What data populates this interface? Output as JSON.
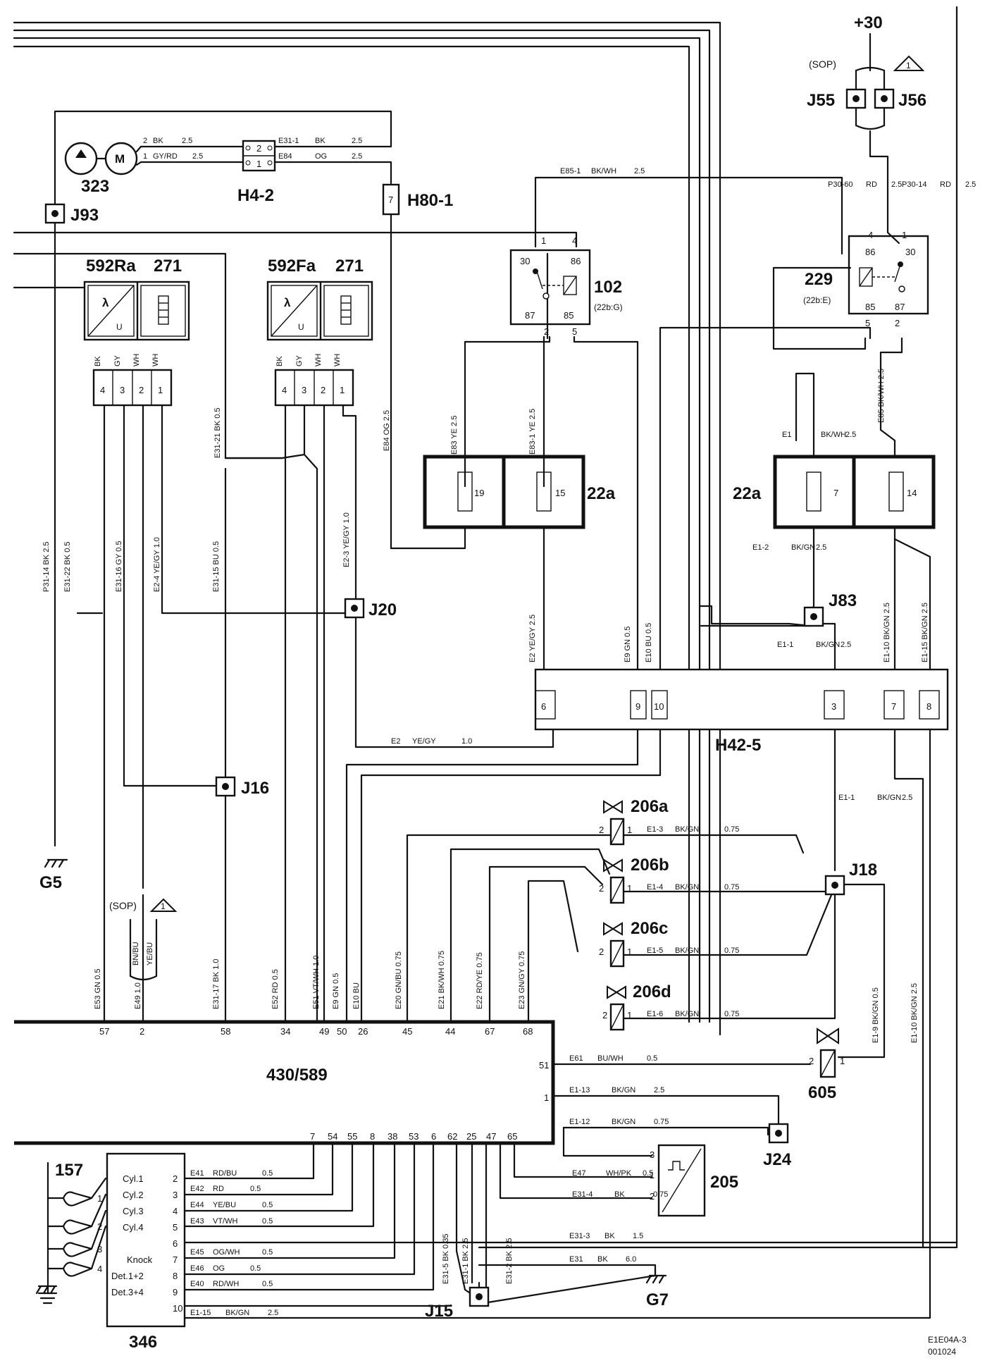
{
  "supply": {
    "plus30": "+30",
    "sop": "(SOP)",
    "warn": "1"
  },
  "components": {
    "j55": "J55",
    "j56": "J56",
    "m323": "323",
    "h4_2": "H4-2",
    "h80_1": "H80-1",
    "j93": "J93",
    "s592ra": "592Ra",
    "n271a": "271",
    "s592fa": "592Fa",
    "n271b": "271",
    "r102": "102",
    "r102ref": "(22b:G)",
    "r229": "229",
    "r229ref": "(22b:E)",
    "fb22a_l": "22a",
    "fb22a_r": "22a",
    "j20": "J20",
    "j83": "J83",
    "h42_5": "H42-5",
    "j16": "J16",
    "g5": "G5",
    "v206a": "206a",
    "v206b": "206b",
    "v206c": "206c",
    "v206d": "206d",
    "j18": "J18",
    "ecu": "430/589",
    "v605": "605",
    "j24": "J24",
    "s205": "205",
    "n157": "157",
    "m346": "346",
    "j15": "J15",
    "g7": "G7"
  },
  "footer": {
    "code1": "E1E04A-3",
    "code2": "001024"
  },
  "sop_left": {
    "sop": "(SOP)",
    "warn": "1",
    "w1": "BN/BU",
    "w2": "YE/BU"
  },
  "fuses": {
    "f19": "19",
    "f15": "15",
    "f7": "7",
    "f14": "14"
  },
  "relay102_pins": {
    "p30": "30",
    "p86": "86",
    "p87": "87",
    "p85": "85",
    "t1": "1",
    "t4": "4",
    "t2": "2",
    "t5": "5"
  },
  "relay229_pins": {
    "p86": "86",
    "p30": "30",
    "p85": "85",
    "p87": "87",
    "t4": "4",
    "t1": "1",
    "t5": "5",
    "t2": "2"
  },
  "h4_2_pins": {
    "p2": "2",
    "p1": "1"
  },
  "h80_pin": "7",
  "sensor_a": {
    "pins": [
      "4",
      "3",
      "2",
      "1"
    ],
    "colors": [
      "BK",
      "GY",
      "WH",
      "WH"
    ],
    "u": "U",
    "lambda": "λ"
  },
  "sensor_b": {
    "pins": [
      "4",
      "3",
      "2",
      "1"
    ],
    "colors": [
      "BK",
      "GY",
      "WH",
      "WH"
    ],
    "u": "U",
    "lambda": "λ"
  },
  "h42_5_pins": [
    "6",
    "9",
    "10",
    "3",
    "7",
    "8"
  ],
  "ecu_top_pins": [
    "57",
    "2",
    "58",
    "34",
    "49",
    "50",
    "26",
    "45",
    "44",
    "67",
    "68"
  ],
  "ecu_right_pins": [
    "51",
    "1"
  ],
  "ecu_bottom_pins": [
    "7",
    "54",
    "55",
    "8",
    "38",
    "53",
    "6",
    "62",
    "25",
    "47",
    "65"
  ],
  "valve_pins": {
    "a2": "2",
    "a1": "1",
    "b2": "2",
    "b1": "1",
    "c2": "2",
    "c1": "1",
    "d2": "2",
    "d1": "1",
    "e2": "2",
    "e1": "1"
  },
  "s205_pins": {
    "p3": "3",
    "p1": "1",
    "p2": "2"
  },
  "m346_rows": [
    {
      "label": "Cyl.1",
      "pin": "2"
    },
    {
      "label": "Cyl.2",
      "pin": "3"
    },
    {
      "label": "Cyl.3",
      "pin": "4"
    },
    {
      "label": "Cyl.4",
      "pin": "5"
    },
    {
      "label": "",
      "pin": "6"
    },
    {
      "label": "Knock",
      "pin": "7"
    },
    {
      "label": "Det.1+2",
      "pin": "8"
    },
    {
      "label": "Det.3+4",
      "pin": "9"
    },
    {
      "label": "",
      "pin": "10"
    }
  ],
  "n157_pins": [
    "1",
    "2",
    "3",
    "4"
  ],
  "wires_h": [
    {
      "t1": "2",
      "t2": "BK",
      "t3": "2.5"
    },
    {
      "t1": "1",
      "t2": "GY/RD",
      "t3": "2.5"
    },
    {
      "t1": "E31-1",
      "t2": "BK",
      "t3": "2.5"
    },
    {
      "t1": "E84",
      "t2": "OG",
      "t3": "2.5"
    },
    {
      "t1": "E85-1",
      "t2": "BK/WH",
      "t3": "2.5"
    },
    {
      "t1": "P30-60",
      "t2": "RD",
      "t3": "2.5"
    },
    {
      "t1": "P30-14",
      "t2": "RD",
      "t3": "2.5"
    },
    {
      "t1": "E1",
      "t2": "BK/WH",
      "t3": "2.5"
    },
    {
      "t1": "E1-2",
      "t2": "BK/GN",
      "t3": "2.5"
    },
    {
      "t1": "E1-1",
      "t2": "BK/GN",
      "t3": "2.5"
    },
    {
      "t1": "E2",
      "t2": "YE/GY",
      "t3": "1.0"
    },
    {
      "t1": "E1-1",
      "t2": "BK/GN",
      "t3": "2.5"
    },
    {
      "t1": "E1-3",
      "t2": "BK/GN",
      "t3": "0.75"
    },
    {
      "t1": "E1-4",
      "t2": "BK/GN",
      "t3": "0.75"
    },
    {
      "t1": "E1-5",
      "t2": "BK/GN",
      "t3": "0.75"
    },
    {
      "t1": "E1-6",
      "t2": "BK/GN",
      "t3": "0.75"
    },
    {
      "t1": "E61",
      "t2": "BU/WH",
      "t3": "0.5"
    },
    {
      "t1": "E1-13",
      "t2": "BK/GN",
      "t3": "2.5"
    },
    {
      "t1": "E1-12",
      "t2": "BK/GN",
      "t3": "0.75"
    },
    {
      "t1": "E47",
      "t2": "WH/PK",
      "t3": "0.5"
    },
    {
      "t1": "E31-4",
      "t2": "BK",
      "t3": "0.75"
    },
    {
      "t1": "E31-3",
      "t2": "BK",
      "t3": "1.5"
    },
    {
      "t1": "E31",
      "t2": "BK",
      "t3": "6.0"
    },
    {
      "t1": "E41",
      "t2": "RD/BU",
      "t3": "0.5"
    },
    {
      "t1": "E42",
      "t2": "RD",
      "t3": "0.5"
    },
    {
      "t1": "E44",
      "t2": "YE/BU",
      "t3": "0.5"
    },
    {
      "t1": "E43",
      "t2": "VT/WH",
      "t3": "0.5"
    },
    {
      "t1": "E45",
      "t2": "OG/WH",
      "t3": "0.5"
    },
    {
      "t1": "E46",
      "t2": "OG",
      "t3": "0.5"
    },
    {
      "t1": "E40",
      "t2": "RD/WH",
      "t3": "0.5"
    },
    {
      "t1": "E1-15",
      "t2": "BK/GN",
      "t3": "2.5"
    }
  ],
  "wires_v": [
    "P31-14  BK  2.5",
    "E31-22  BK  0.5",
    "E31-16  GY  0.5",
    "E2-4  YE/GY  1.0",
    "E31-15  BU  0.5",
    "E2-3  YE/GY  1.0",
    "E31-21  BK  0.5",
    "E84  OG  2.5",
    "E83  YE  2.5",
    "E83-1  YE  2.5",
    "E2  YE/GY  2.5",
    "E9  GN  0.5",
    "E10  BU  0.5",
    "E85  BK/WH  2.5",
    "E1-10  BK/GN  2.5",
    "E1-15  BK/GN  2.5",
    "E53  GN  0.5",
    "E49  1.0",
    "E31-17  BK  1.0",
    "E52  RD  0.5",
    "E51  VT/WH  1.0",
    "E9  GN  0.5",
    "E10  BU",
    "E20  GN/BU  0.75",
    "E21  BK/WH  0.75",
    "E22  RD/YE  0.75",
    "E23  GN/GY  0.75",
    "E1-9  BK/GN  0.5",
    "E1-10  BK/GN  2.5",
    "E31-5  BK  0.35",
    "E31-1  BK  2.5",
    "E31-2  BK  2.5"
  ]
}
